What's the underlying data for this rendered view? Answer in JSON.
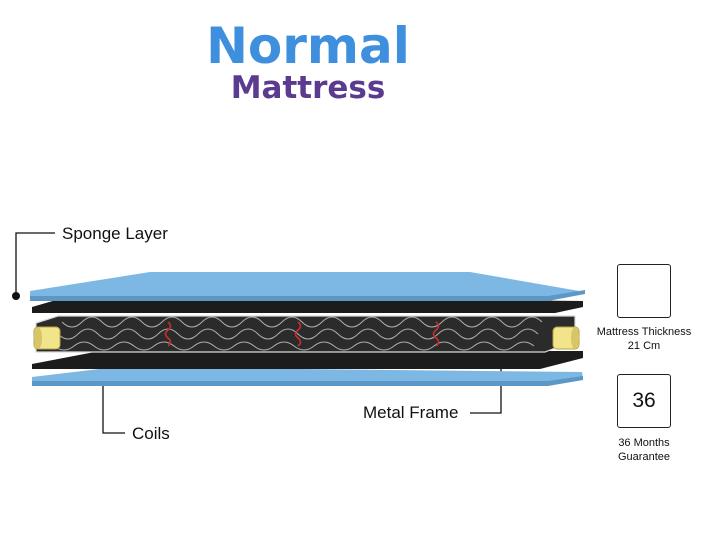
{
  "title": {
    "line1": "Normal",
    "line2": "Mattress"
  },
  "labels": {
    "sponge_layer": "Sponge Layer",
    "coils": "Coils",
    "metal_frame": "Metal Frame"
  },
  "badges": {
    "thickness": {
      "caption_line1": "Mattress Thickness",
      "caption_line2": "21 Cm",
      "icon": "compress-arrows-icon"
    },
    "guarantee": {
      "number": "36",
      "caption_line1": "36 Months",
      "caption_line2": "Guarantee"
    }
  },
  "colors": {
    "title_blue": "#3f8fdf",
    "title_purple": "#5b3b8f",
    "foam_blue": "#7db7e3",
    "dark_layer": "#1c1c1c",
    "spring_bead": "#f2e48a",
    "coil_red": "#cc2d2d"
  }
}
